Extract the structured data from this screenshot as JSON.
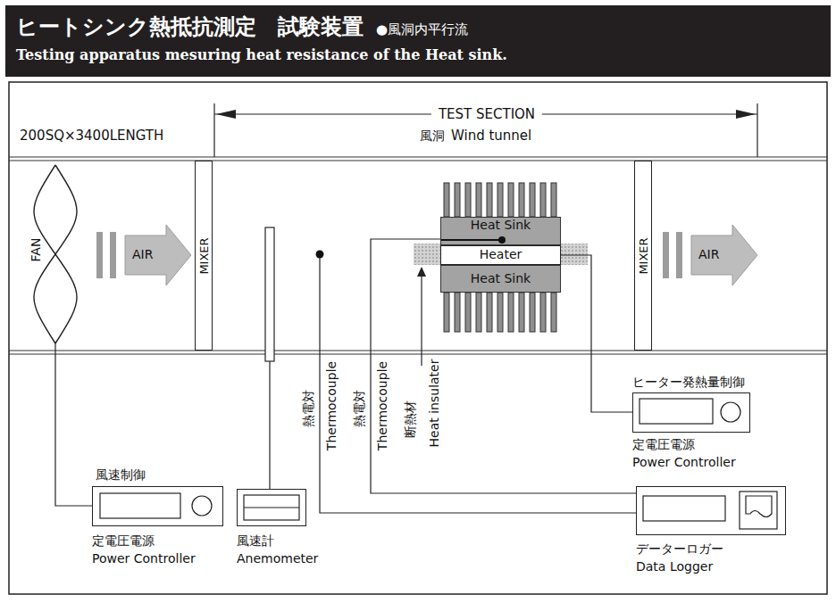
{
  "diagram": {
    "title": "ヒートシンク熱抵抗測定　試験装置",
    "nodes": [
      {
        "text": [
          "FAN"
        ]
      },
      {
        "text": [
          "AIR"
        ]
      },
      {
        "text": [
          "MIXER"
        ]
      },
      {
        "text": [
          "Heat Sink"
        ]
      },
      {
        "text": [
          "Heater"
        ]
      },
      {
        "text": [
          "Heat Sink"
        ]
      },
      {
        "text": [
          "MIXER"
        ]
      },
      {
        "text": [
          "AIR"
        ]
      },
      {
        "text": [
          "ヒーター発熱量制御",
          "定電圧電源",
          "Power Controller"
        ]
      },
      {
        "text": [
          "風速制御",
          "定電圧電源",
          "Power Controller"
        ]
      },
      {
        "text": [
          "風速計",
          "Anemometer"
        ]
      },
      {
        "text": [
          "データーロガー",
          "Data Logger"
        ]
      }
    ],
    "edges": [
      {
        "from": 0,
        "to": 9,
        "arrow": "none"
      },
      {
        "from": 3,
        "to": 11,
        "arrow": "none"
      },
      {
        "from": 4,
        "to": 8,
        "arrow": "none"
      }
    ],
    "labels": [
      "●風洞内平行流",
      "Testing apparatus mesuring heat resistance of the Heat sink.",
      "TEST SECTION",
      "200SQ×3400LENGTH",
      "風洞",
      "Wind tunnel",
      "熱電対",
      "Thermocouple",
      "熱電対",
      "Thermocouple",
      "断熱材",
      "Heat insulater"
    ]
  }
}
